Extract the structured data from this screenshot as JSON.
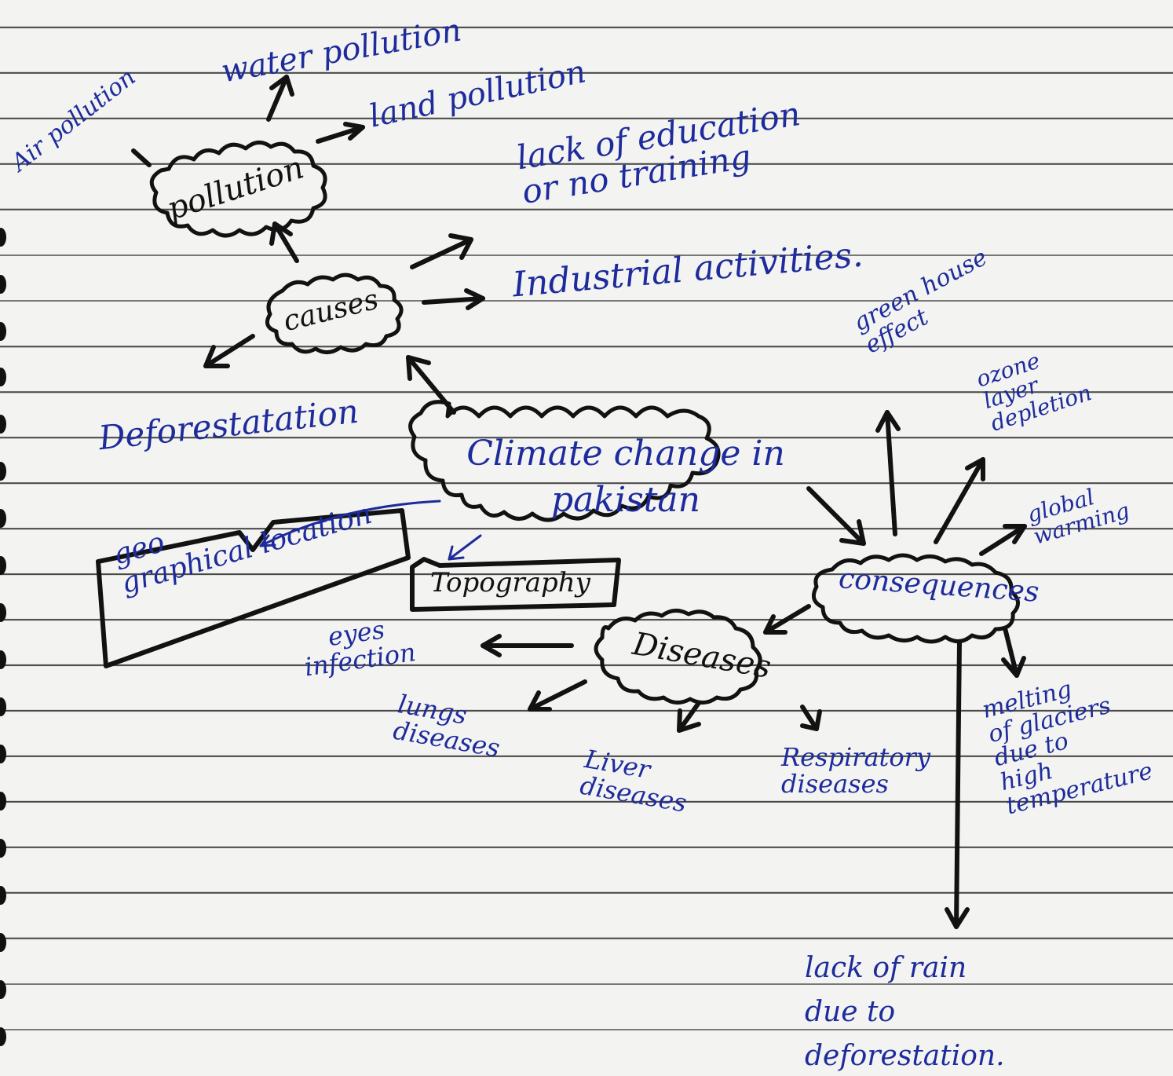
{
  "diagram": {
    "center": "Climate change in pakistan",
    "nodes": {
      "pollution": "pollution",
      "causes": "causes",
      "consequences": "consequences",
      "diseases": "Diseases",
      "geo_location": "geo\ngraphical location",
      "topography": "Topography"
    },
    "pollution_types": {
      "air": "Air pollution",
      "water": "water pollution",
      "land": "land pollution"
    },
    "causes_items": {
      "education": "lack of education\nor no training",
      "industrial": "Industrial activities.",
      "deforestation": "Deforestatation"
    },
    "consequence_items": {
      "greenhouse": "green house\neffect",
      "ozone": "ozone\nlayer\ndepletion",
      "warming": "global\nwarming",
      "glaciers": "melting\nof glaciers\ndue to\nhigh\ntemperature",
      "rain": "lack of rain\ndue to\ndeforestation."
    },
    "disease_items": {
      "eyes": "eyes\ninfection",
      "lungs": "lungs\ndiseases",
      "liver": "Liver\ndiseases",
      "respiratory": "Respiratory\ndiseases"
    }
  },
  "colors": {
    "ink_blue": "#1d2b9c",
    "ink_black": "#121212",
    "paper": "#f3f3f1",
    "rule_line": "#2b2b2b"
  }
}
